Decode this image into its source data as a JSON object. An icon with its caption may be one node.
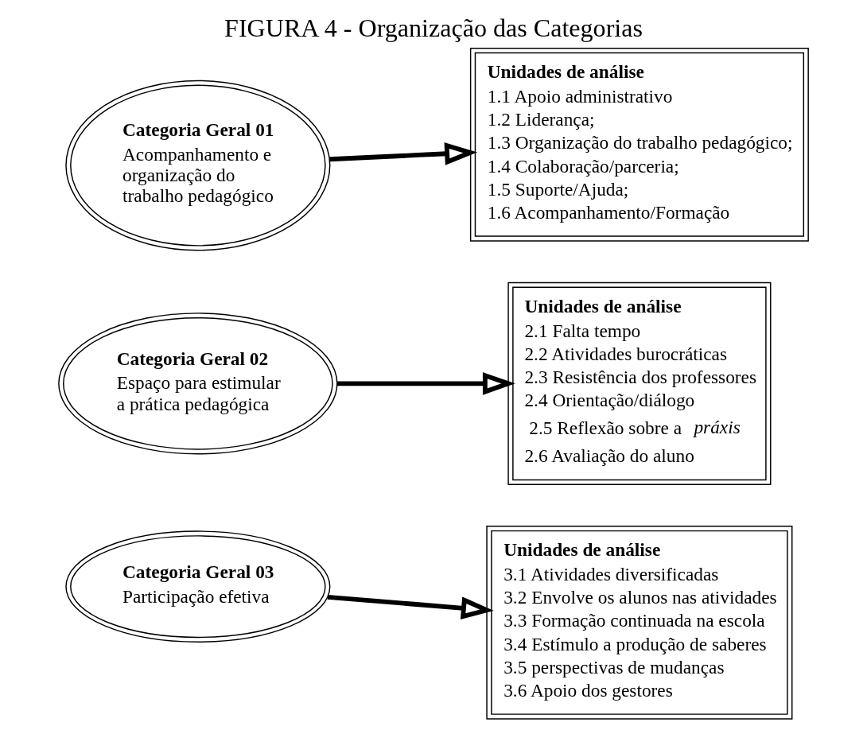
{
  "diagram": {
    "title": "FIGURA 4 - Organização das Categorias",
    "nodes": [
      {
        "text": [
          "Categoria Geral 01",
          "Acompanhamento e organização do trabalho pedagógico"
        ]
      },
      {
        "text": [
          "Unidades de análise",
          "1.1 Apoio administrativo",
          "1.2 Liderança;",
          "1.3 Organização do trabalho pedagógico;",
          "1.4 Colaboração/parceria;",
          "1.5 Suporte/Ajuda;",
          "1.6 Acompanhamento/Formação"
        ]
      },
      {
        "text": [
          "Categoria Geral 02",
          "Espaço para estimular a prática pedagógica"
        ]
      },
      {
        "text": [
          "Unidades de análise",
          "2.1 Falta tempo",
          "2.2 Atividades burocráticas",
          "2.3 Resistência dos professores",
          "2.4 Orientação/diálogo",
          "2.5 Reflexão sobre a *práxis*",
          "2.6 Avaliação do aluno"
        ]
      },
      {
        "text": [
          "Categoria Geral 03",
          "Participação efetiva"
        ]
      },
      {
        "text": [
          "Unidades de análise",
          "3.1 Atividades diversificadas",
          "3.2 Envolve os alunos nas atividades",
          "3.3 Formação continuada na escola",
          "3.4 Estímulo a produção de saberes",
          "3.5 perspectivas de mudanças",
          "3.6 Apoio dos gestores"
        ]
      }
    ],
    "edges": [
      {
        "from": 0,
        "to": 1,
        "arrow": "to"
      },
      {
        "from": 2,
        "to": 3,
        "arrow": "to"
      },
      {
        "from": 4,
        "to": 5,
        "arrow": "to"
      }
    ]
  }
}
